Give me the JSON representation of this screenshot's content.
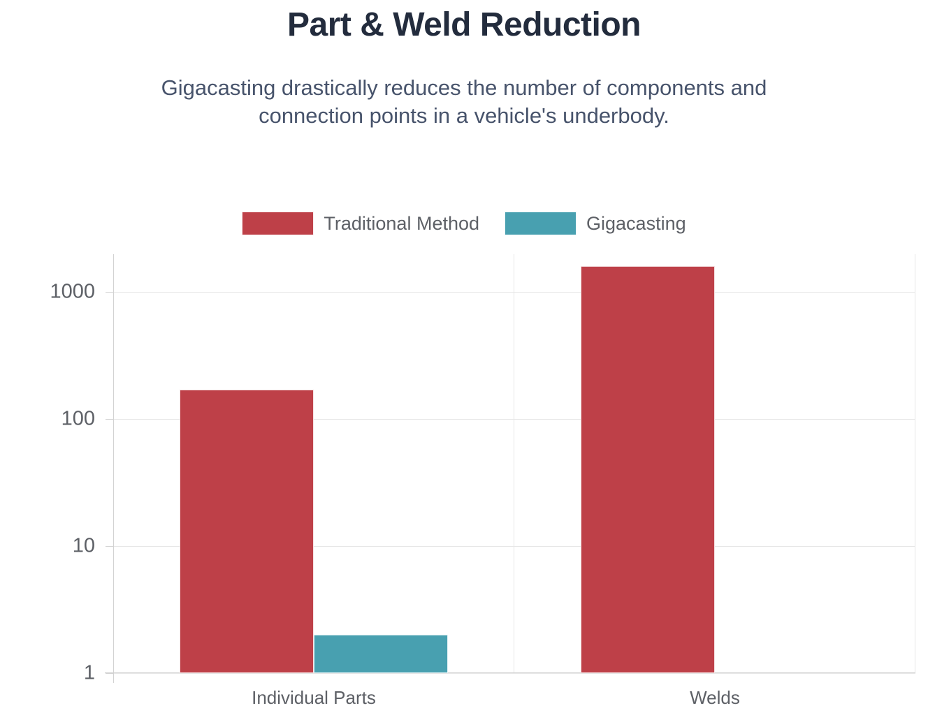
{
  "header": {
    "title": "Part & Weld Reduction",
    "subtitle": "Gigacasting drastically reduces the number of components and connection points in a vehicle's underbody."
  },
  "legend": {
    "position": "top-center",
    "items": [
      {
        "label": "Traditional Method",
        "color": "#be4048"
      },
      {
        "label": "Gigacasting",
        "color": "#48a0b0"
      }
    ]
  },
  "axis": {
    "y_ticks": [
      "1000",
      "100",
      "10",
      "1"
    ],
    "x_ticks": [
      "Individual Parts",
      "Welds"
    ]
  },
  "colors": {
    "traditional": "#be4048",
    "gigacasting": "#48a0b0",
    "title": "#232c3d",
    "subtitle": "#47536b",
    "tick_text": "#5d6066",
    "gridline": "#e6e6e6",
    "axis": "#d2d2d2",
    "background": "#ffffff"
  },
  "chart_data": {
    "type": "bar",
    "title": "Part & Weld Reduction",
    "subtitle": "Gigacasting drastically reduces the number of components and connection points in a vehicle's underbody.",
    "categories": [
      "Individual Parts",
      "Welds"
    ],
    "series": [
      {
        "name": "Traditional Method",
        "color": "#be4048",
        "values": [
          170,
          1600
        ]
      },
      {
        "name": "Gigacasting",
        "color": "#48a0b0",
        "values": [
          2,
          0
        ]
      }
    ],
    "xlabel": "",
    "ylabel": "",
    "yscale": "log",
    "ylim": [
      1,
      2000
    ],
    "yticks": [
      1,
      10,
      100,
      1000
    ],
    "ytick_labels": [
      "1",
      "10",
      "100",
      "1000"
    ],
    "grid": true,
    "legend_position": "top-center"
  }
}
